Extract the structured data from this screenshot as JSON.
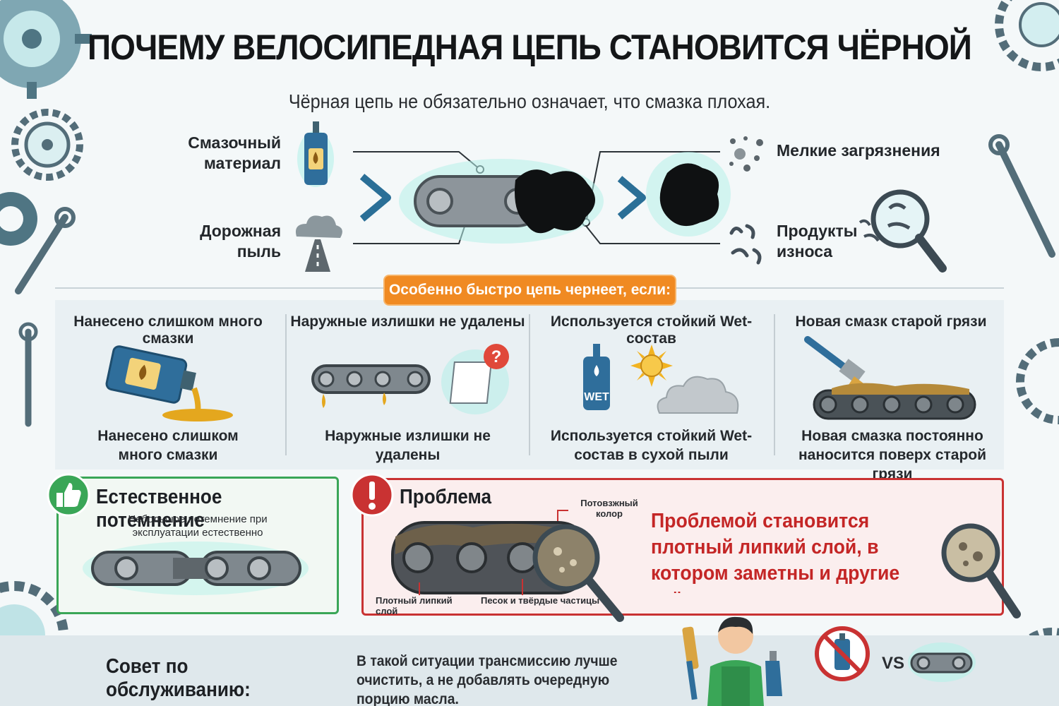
{
  "header": {
    "title": "ПОЧЕМУ ВЕЛОСИПЕДНАЯ ЦЕПЬ СТАНОВИТСЯ ЧЁРНОЙ",
    "subtitle": "Чёрная цепь не обязательно означает, что смазка плохая."
  },
  "inputs": {
    "lubricant": "Смазочный материал",
    "road_dust": "Дорожная пыль"
  },
  "outputs": {
    "fine_dirt": "Мелкие загрязнения",
    "wear_products": "Продукты износа"
  },
  "banner": "Особенно быстро цепь чернеет, если:",
  "causes": [
    {
      "head": "Нанесено слишком много смазки",
      "foot": "Нанесено слишком много смазки"
    },
    {
      "head": "Наружные излишки не удалены",
      "foot": "Наружные излишки не удалены"
    },
    {
      "head": "Используется стойкий Wet-состав",
      "foot": "Используется стойкий Wet-состав в сухой пыли"
    },
    {
      "head": "Новая смазк старой грязи",
      "foot": "Новая смазка постоянно наносится поверх старой грязи"
    }
  ],
  "wet_label": "WET",
  "natural": {
    "title": "Естественное потемнение",
    "text": "Небольшое потемнение при эксплуатации естественно"
  },
  "problem": {
    "title": "Проблема",
    "callout_top": "Потовзжный колор",
    "callout_layer": "Плотный липкий слой",
    "callout_sand": "Песок и твёрдые частицы",
    "text": "Проблемой становится плотный липкий слой, в котором заметны и другие твёрдые частицы."
  },
  "tip": {
    "label": "Совет по обслуживанию:",
    "text": "В такой ситуации трансмиссию лучше очистить, а не добавлять очередную порцию масла.",
    "vs": "VS"
  },
  "colors": {
    "orange": "#f08a22",
    "green": "#3aa657",
    "red": "#c93232",
    "teal_glow": "#9fe6e0"
  }
}
